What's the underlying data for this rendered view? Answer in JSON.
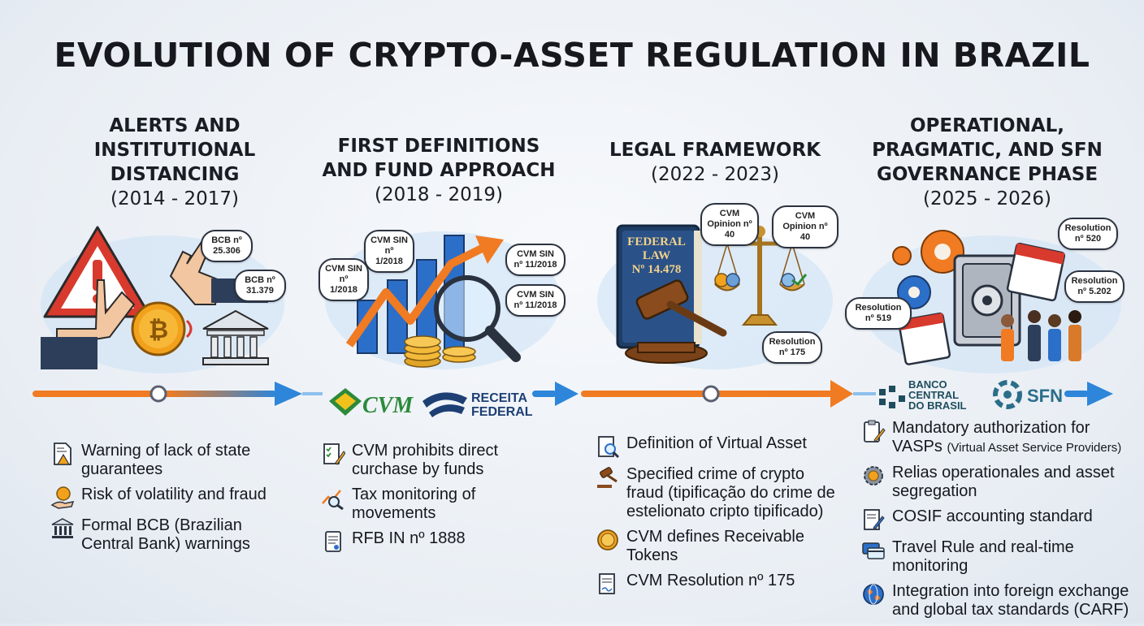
{
  "title": "EVOLUTION OF CRYPTO-ASSET REGULATION IN BRAZIL",
  "phases": [
    {
      "heading_lines": [
        "ALERTS AND",
        "INSTITUTIONAL",
        "DISTANCING"
      ],
      "years": "(2014 - 2017)",
      "bubbles": [
        "BCB nº 25.306",
        "BCB nº 31.379"
      ],
      "items": [
        {
          "icon": "warning-document-icon",
          "text": "Warning of lack of state guarantees"
        },
        {
          "icon": "coin-hand-icon",
          "text": "Risk of volatility and fraud"
        },
        {
          "icon": "bank-icon",
          "text": "Formal BCB (Brazilian Central Bank) warnings"
        }
      ]
    },
    {
      "heading_lines": [
        "FIRST DEFINITIONS",
        "AND FUND APPROACH"
      ],
      "years": "(2018 - 2019)",
      "bubbles": [
        "CVM SIN nº 1/2018",
        "CVM SIN nº 1/2018",
        "CVM SIN nº 11/2018",
        "CVM SIN nº 11/2018"
      ],
      "items": [
        {
          "icon": "checklist-pencil-icon",
          "text": "CVM prohibits direct curchase by funds"
        },
        {
          "icon": "chart-magnifier-icon",
          "text": "Tax monitoring of movements"
        },
        {
          "icon": "scroll-document-icon",
          "text": "RFB IN nº 1888"
        }
      ]
    },
    {
      "heading_lines": [
        "LEGAL FRAMEWORK"
      ],
      "years": "(2022 - 2023)",
      "book_lines": [
        "FEDERAL",
        "LAW",
        "Nº 14.478"
      ],
      "bubbles": [
        "CVM Opinion nº 40",
        "CVM Opinion nº 40",
        "Resolution nº 175"
      ],
      "items": [
        {
          "icon": "document-magnifier-icon",
          "text": "Definition of Virtual Asset"
        },
        {
          "icon": "gavel-icon",
          "text": "Specified crime of crypto fraud (tipificação do crime de estelionato cripto tipificado)"
        },
        {
          "icon": "coins-stack-icon",
          "text": "CVM defines Receivable Tokens"
        },
        {
          "icon": "signed-document-icon",
          "text": "CVM Resolution nº 175"
        }
      ]
    },
    {
      "heading_lines": [
        "OPERATIONAL,",
        "PRAGMATIC, AND SFN",
        "GOVERNANCE PHASE"
      ],
      "years": "(2025 - 2026)",
      "bubbles": [
        "Resolution nº 520",
        "Resolution nº 5.202",
        "Resolution nº 519"
      ],
      "items": [
        {
          "icon": "clipboard-pencil-icon",
          "text": "Mandatory authorization for VASPs",
          "small": "(Virtual Asset Service Providers)"
        },
        {
          "icon": "gear-coin-icon",
          "text": "Relias operationales and asset segregation"
        },
        {
          "icon": "document-pen-icon",
          "text": "COSIF accounting standard"
        },
        {
          "icon": "transfer-cards-icon",
          "text": "Travel Rule and real-time monitoring"
        },
        {
          "icon": "globe-icon",
          "text": "Integration into foreign exchange and global tax standards (CARF)"
        }
      ]
    }
  ],
  "logos": {
    "cvm": "CVM",
    "receita_lines": [
      "RECEITA",
      "FEDERAL"
    ],
    "bcb_lines": [
      "BANCO",
      "CENTRAL",
      "DO BRASIL"
    ],
    "sfn": "SFN"
  },
  "colors": {
    "arrow_orange": "#f07b22",
    "arrow_blue": "#2d86d9",
    "warning_red": "#d83a2e",
    "cvm_green": "#2c8a3a",
    "receita_blue": "#1d3f74",
    "bcb_teal": "#1f4d5e"
  }
}
